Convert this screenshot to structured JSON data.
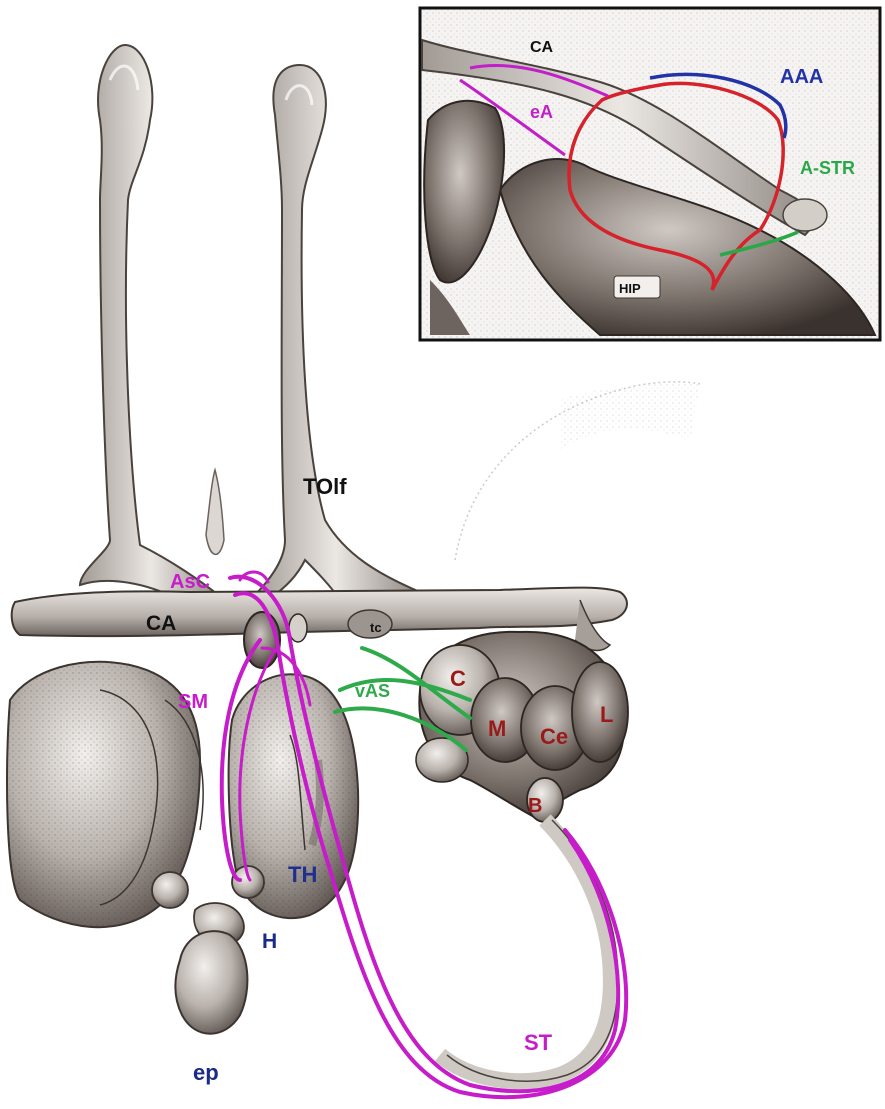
{
  "colors": {
    "purple": "#c61cc9",
    "red": "#9a1a1a",
    "blue": "#1f2f8f",
    "green": "#2faa4a",
    "dark_blue": "#1a2a86",
    "black": "#111111",
    "inset_red": "#d6222a",
    "inset_blue": "#2233a8",
    "inset_green": "#2aa848",
    "inset_purple": "#c11fc8"
  },
  "main_labels": {
    "tolf": "TOlf",
    "ca": "CA",
    "tc": "tc",
    "asc": "AsC",
    "sm": "SM",
    "vas": "vAS",
    "c": "C",
    "m": "M",
    "ce": "Ce",
    "l": "L",
    "b": "B",
    "th": "TH",
    "h": "H",
    "ep": "ep",
    "st": "ST"
  },
  "inset_labels": {
    "ca": "CA",
    "aaa": "AAA",
    "ea": "eA",
    "astr": "A-STR",
    "hip": "HIP"
  }
}
